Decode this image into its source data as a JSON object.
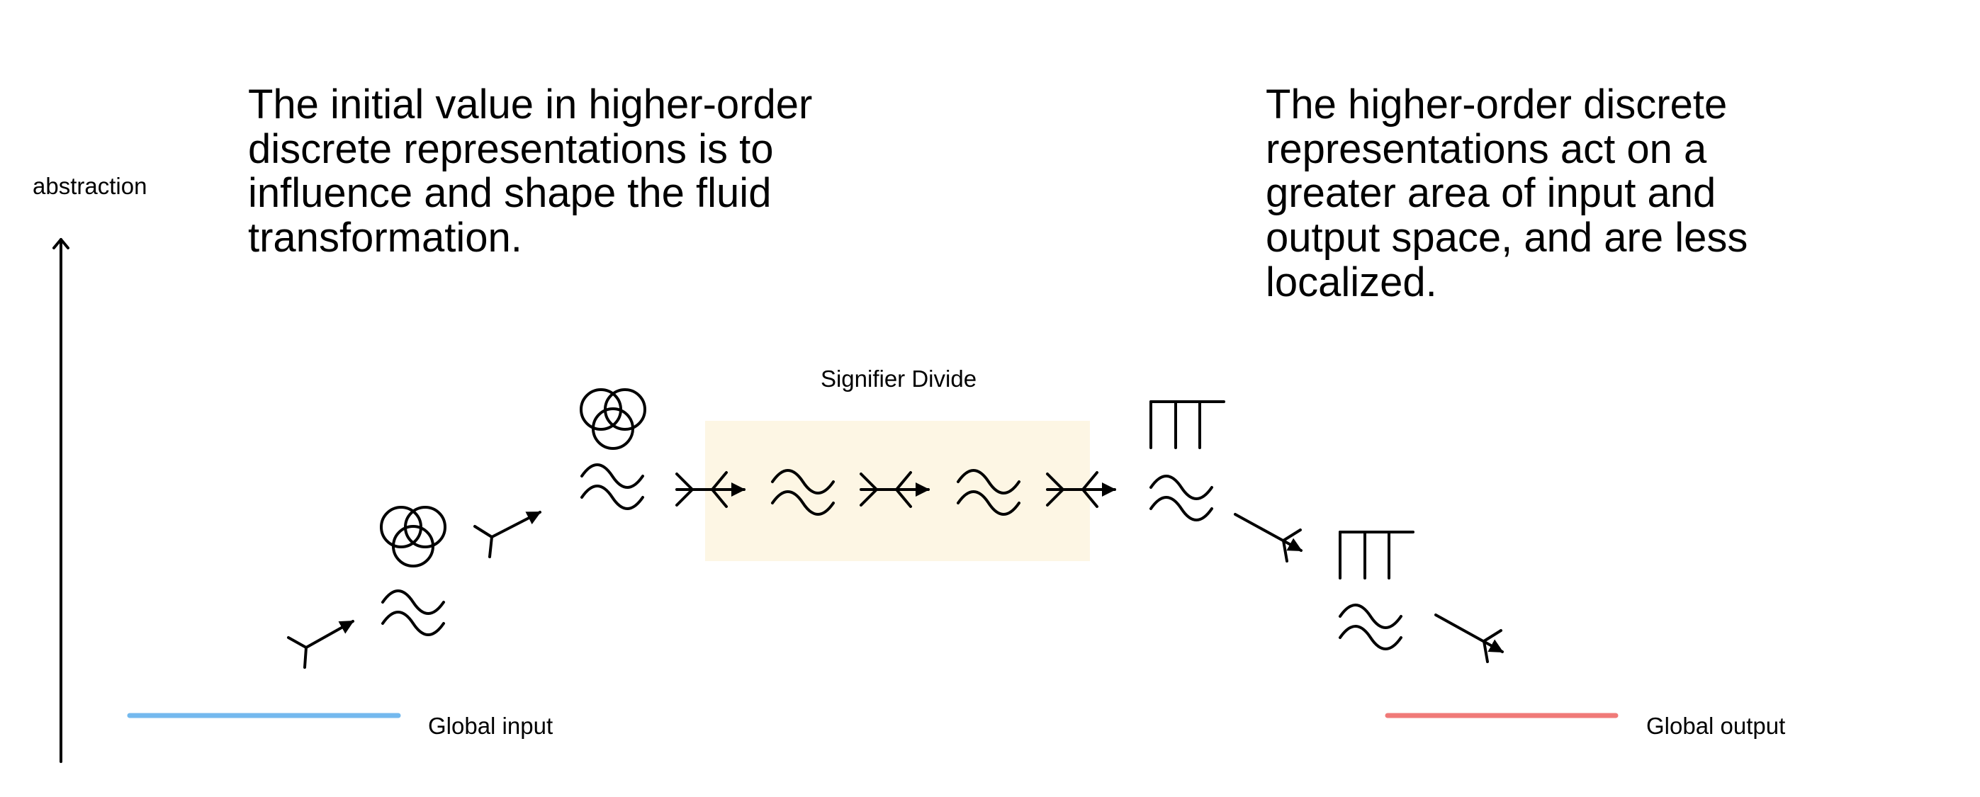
{
  "y_axis": {
    "label": "abstraction"
  },
  "note_left": {
    "lines": [
      "The initial value in higher-order",
      "discrete representations is to",
      "influence and shape the fluid",
      "transformation."
    ]
  },
  "note_right": {
    "lines": [
      "The higher-order discrete",
      "representations act on a",
      "greater area of input and",
      "output space, and are less",
      "localized."
    ]
  },
  "divide": {
    "label": "Signifier Divide",
    "color": "#fdf6e4"
  },
  "legend": {
    "input": {
      "label": "Global input",
      "color": "#74b9ee"
    },
    "output": {
      "label": "Global output",
      "color": "#f07a78"
    }
  },
  "icons": {
    "wave": "double-wave-icon",
    "venn": "three-circle-venn-icon",
    "comb": "comb-icon",
    "arrow": "forked-tail-arrow-icon",
    "converge": "converging-arrow-icon"
  }
}
